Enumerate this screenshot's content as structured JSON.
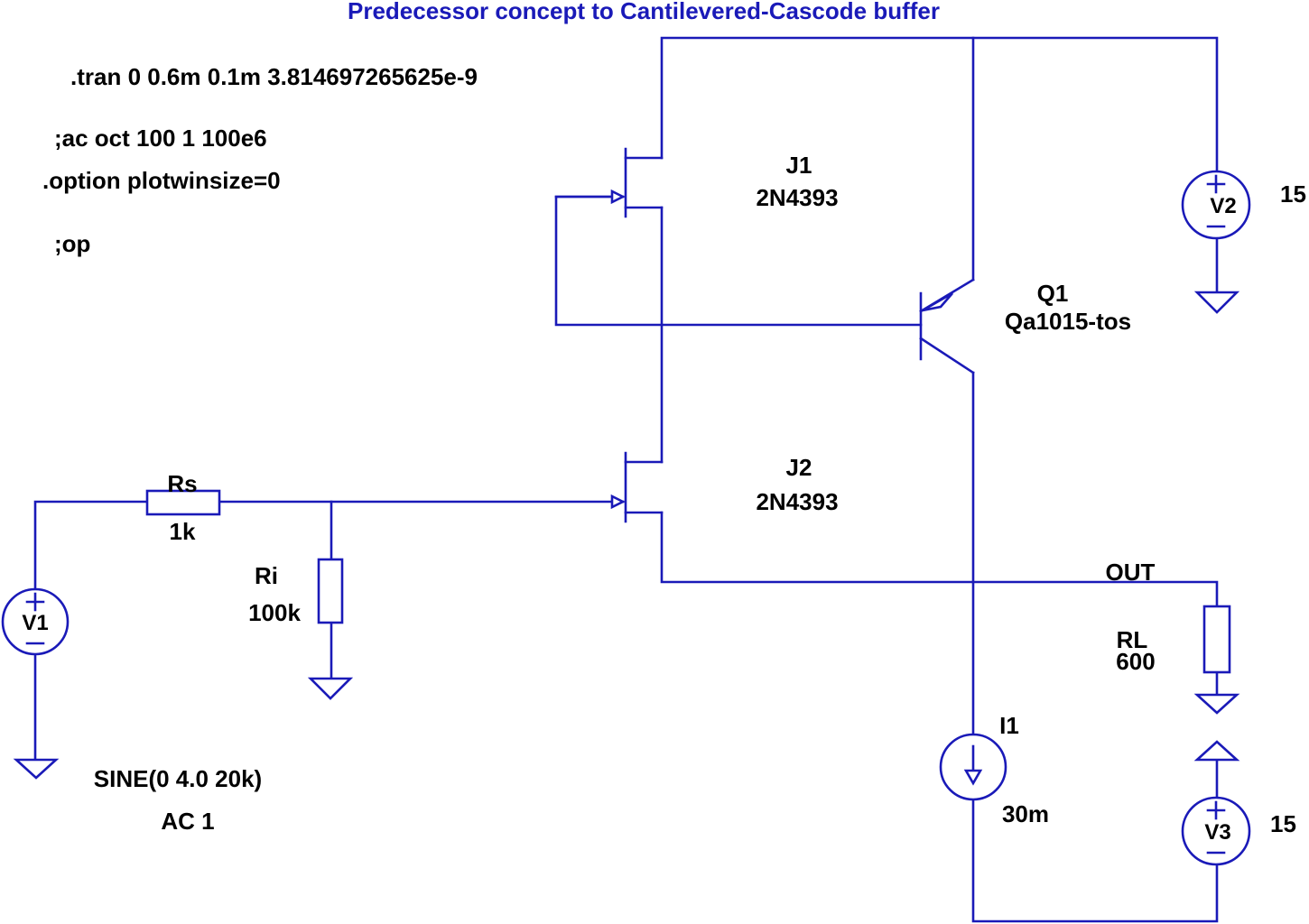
{
  "title": "Predecessor concept to Cantilevered-Cascode buffer",
  "directives": {
    "tran": ".tran 0 0.6m 0.1m 3.814697265625e-9",
    "ac": ";ac oct 100 1 100e6",
    "option": ".option plotwinsize=0",
    "op": ";op"
  },
  "components": {
    "J1": {
      "ref": "J1",
      "model": "2N4393"
    },
    "J2": {
      "ref": "J2",
      "model": "2N4393"
    },
    "Q1": {
      "ref": "Q1",
      "model": "Qa1015-tos"
    },
    "V1": {
      "ref": "V1",
      "value": "SINE(0 4.0 20k)",
      "ac": "AC 1"
    },
    "V2": {
      "ref": "V2",
      "value": "15"
    },
    "V3": {
      "ref": "V3",
      "value": "15"
    },
    "Rs": {
      "ref": "Rs",
      "value": "1k"
    },
    "Ri": {
      "ref": "Ri",
      "value": "100k"
    },
    "RL": {
      "ref": "RL",
      "value": "600"
    },
    "I1": {
      "ref": "I1",
      "value": "30m"
    }
  },
  "nets": {
    "out": "OUT"
  },
  "colors": {
    "wire": "#1a1ab8",
    "title": "#1a1ab8",
    "text": "#000000"
  }
}
